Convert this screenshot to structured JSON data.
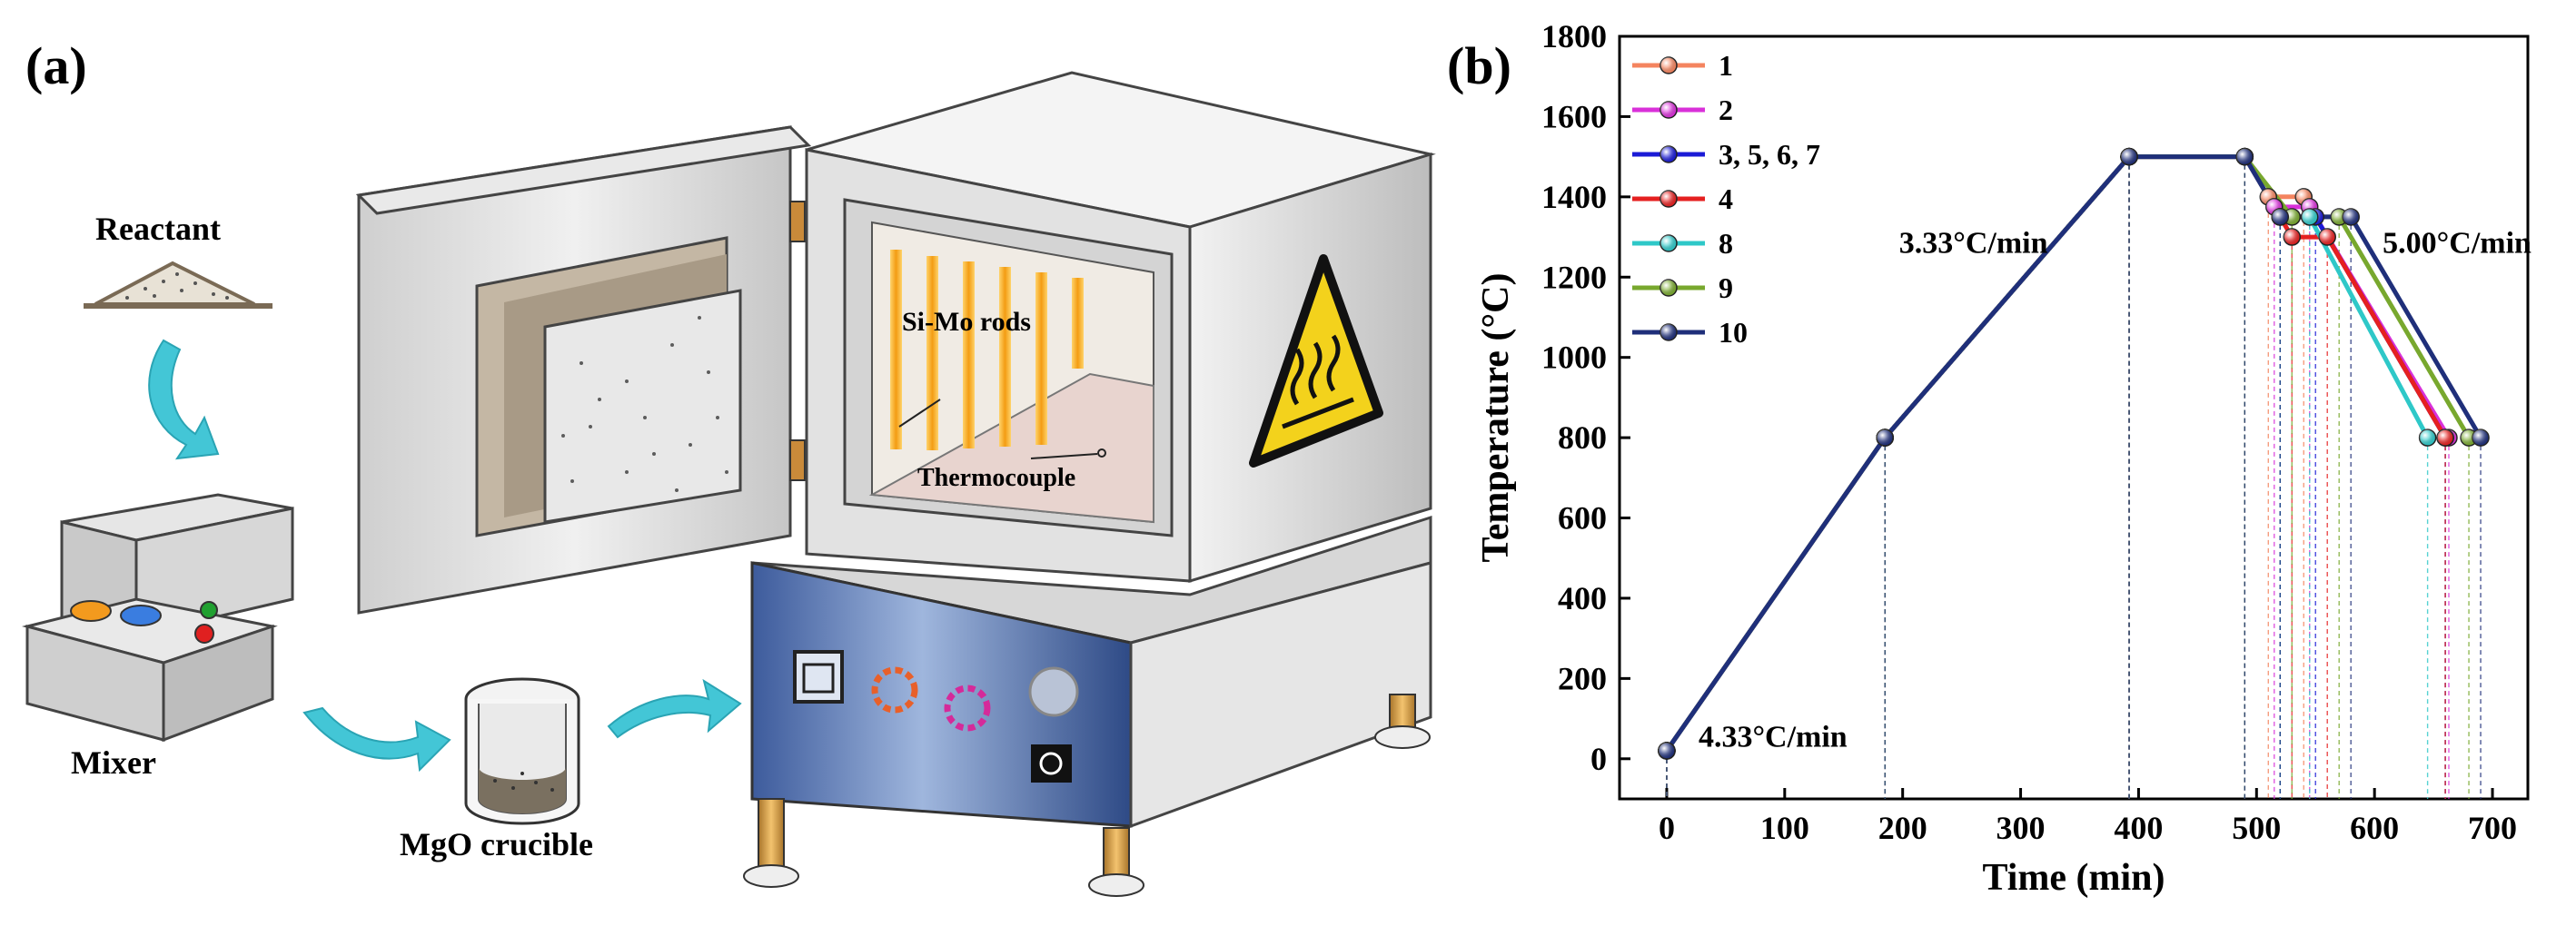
{
  "panel_a": {
    "label": "(a)",
    "labels": {
      "reactant": "Reactant",
      "mixer": "Mixer",
      "crucible": "MgO crucible",
      "rods": "Si-Mo rods",
      "thermocouple": "Thermocouple"
    },
    "colors": {
      "furnace_body": "#d9d9d9",
      "control_panel": "#4a6aa8",
      "warning_yellow": "#f3d21c",
      "arrow_cyan": "#3cc8d8",
      "rod_orange": "#f5a623"
    }
  },
  "panel_b": {
    "label": "(b)"
  },
  "chart_data": {
    "type": "line",
    "xlabel": "Time (min)",
    "ylabel": "Temperature (°C)",
    "xlim": [
      -40,
      730
    ],
    "ylim": [
      -100,
      1800
    ],
    "xticks": [
      0,
      100,
      200,
      300,
      400,
      500,
      600,
      700
    ],
    "yticks": [
      0,
      200,
      400,
      600,
      800,
      1000,
      1200,
      1400,
      1600,
      1800
    ],
    "grid": false,
    "legend_position": "top-left",
    "annotations": [
      {
        "text": "4.33°C/min",
        "x": 90,
        "y": 30
      },
      {
        "text": "3.33°C/min",
        "x": 260,
        "y": 1260
      },
      {
        "text": "5.00°C/min",
        "x": 670,
        "y": 1260
      }
    ],
    "series": [
      {
        "name": "1",
        "color": "#f4845f",
        "x": [
          0,
          185,
          392,
          490,
          510,
          540,
          660
        ],
        "y": [
          20,
          800,
          1500,
          1500,
          1400,
          1400,
          800
        ]
      },
      {
        "name": "2",
        "color": "#d930d9",
        "x": [
          0,
          185,
          392,
          490,
          515,
          545,
          663
        ],
        "y": [
          20,
          800,
          1500,
          1500,
          1375,
          1375,
          800
        ]
      },
      {
        "name": "3, 5, 6, 7",
        "color": "#1b1bd6",
        "x": [
          0,
          185,
          392,
          490,
          520,
          550,
          660
        ],
        "y": [
          20,
          800,
          1500,
          1500,
          1350,
          1350,
          800
        ]
      },
      {
        "name": "4",
        "color": "#e52020",
        "x": [
          0,
          185,
          392,
          490,
          530,
          560,
          660
        ],
        "y": [
          20,
          800,
          1500,
          1500,
          1300,
          1300,
          800
        ]
      },
      {
        "name": "8",
        "color": "#2ec8c8",
        "x": [
          0,
          185,
          392,
          490,
          520,
          545,
          645
        ],
        "y": [
          20,
          800,
          1500,
          1500,
          1350,
          1350,
          800
        ]
      },
      {
        "name": "9",
        "color": "#78a82e",
        "x": [
          0,
          185,
          392,
          490,
          530,
          570,
          680
        ],
        "y": [
          20,
          800,
          1500,
          1500,
          1350,
          1350,
          800
        ]
      },
      {
        "name": "10",
        "color": "#1f2f7a",
        "x": [
          0,
          185,
          392,
          490,
          520,
          580,
          690
        ],
        "y": [
          20,
          800,
          1500,
          1500,
          1350,
          1350,
          800
        ]
      }
    ]
  }
}
